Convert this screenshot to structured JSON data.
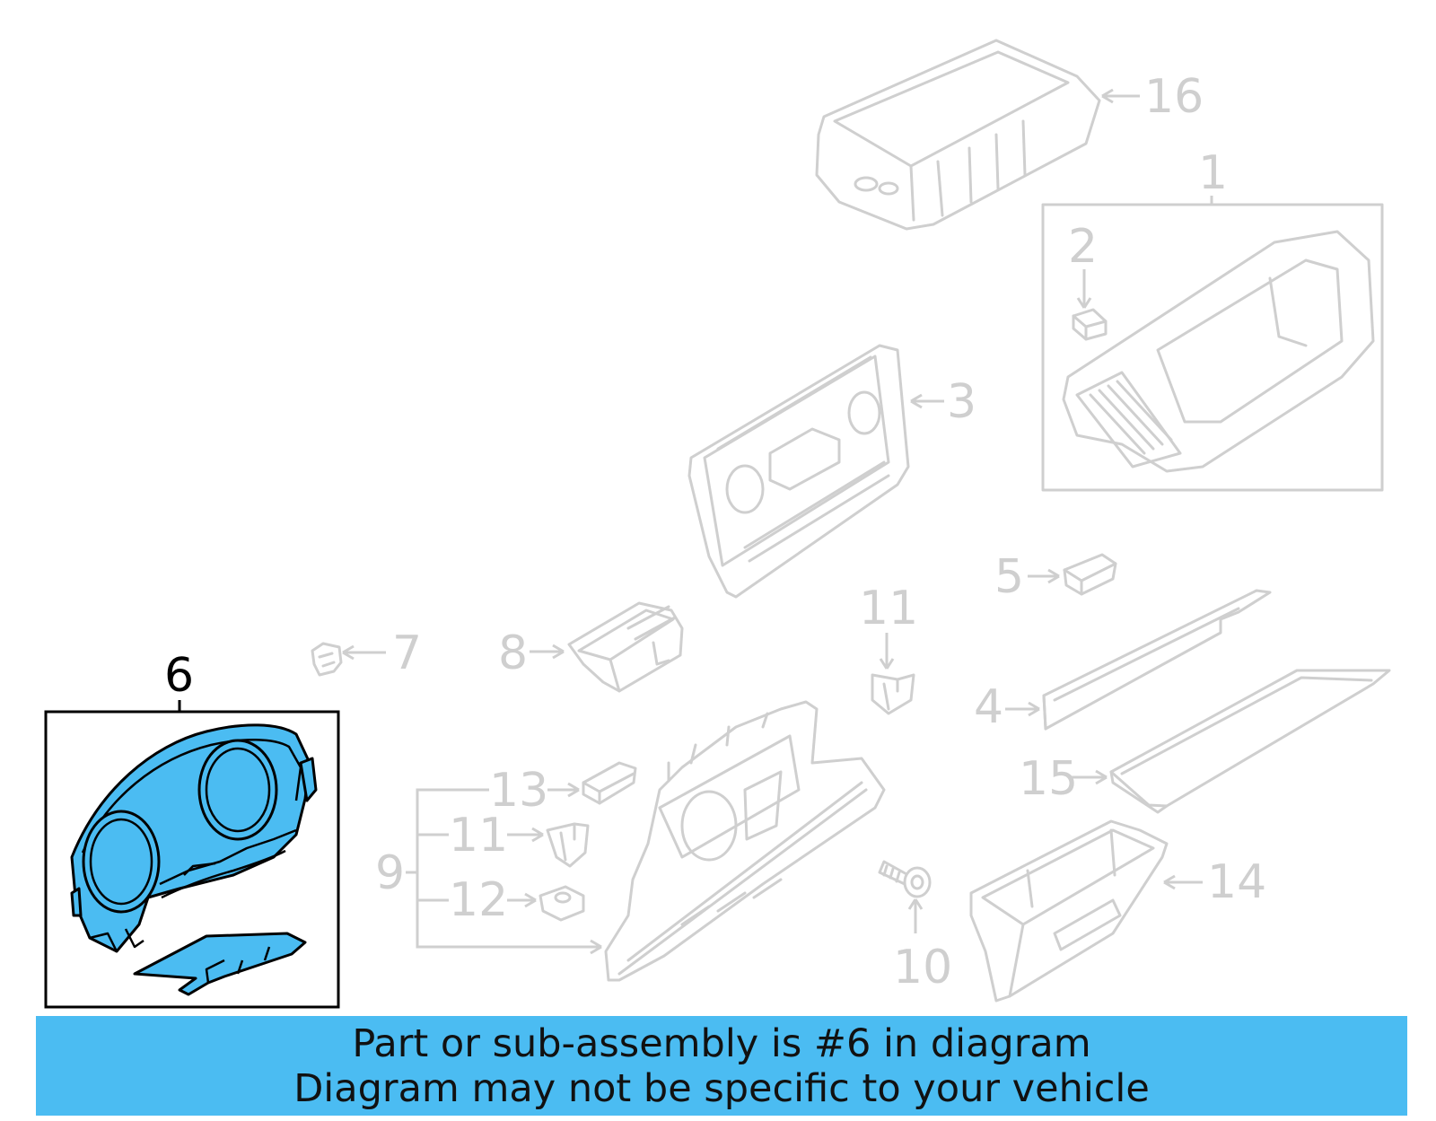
{
  "diagram": {
    "highlighted_part": "6",
    "callouts": [
      "16",
      "1",
      "2",
      "3",
      "5",
      "11",
      "7",
      "8",
      "6",
      "4",
      "15",
      "13",
      "11",
      "9",
      "12",
      "14",
      "10"
    ],
    "colors": {
      "highlight": "#4bbcf2",
      "ghost": "#cfcfcf",
      "banner": "#4bbcf2"
    }
  },
  "banner": {
    "line1": "Part or sub-assembly is #6 in diagram",
    "line2": "Diagram may not be specific to your vehicle"
  }
}
